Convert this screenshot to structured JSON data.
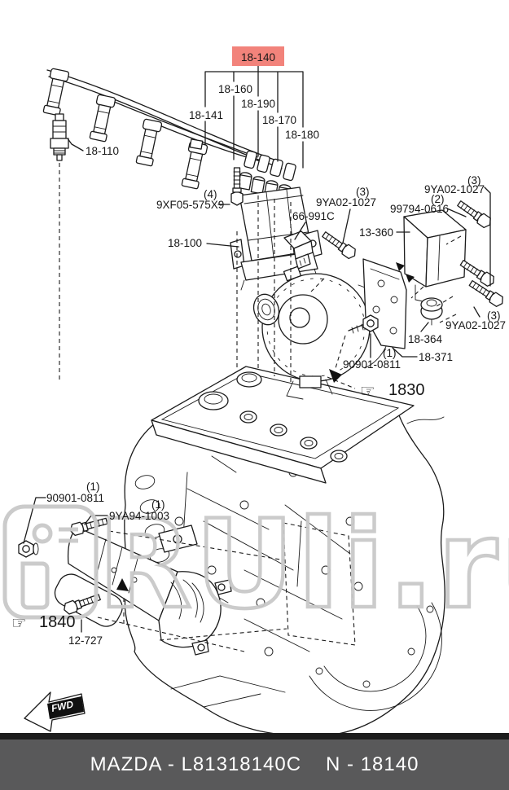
{
  "diagram": {
    "parts": {
      "p18_140": "18-140",
      "p18_160": "18-160",
      "p18_190": "18-190",
      "p18_141": "18-141",
      "p18_170": "18-170",
      "p18_180": "18-180",
      "p18_110": "18-110",
      "p9xf05_575x9": "9XF05-575X9",
      "p18_100": "18-100",
      "p66_991c": "66-991C",
      "p9ya02_1027": "9YA02-1027",
      "p99794_0616": "99794-0616",
      "p13_360": "13-360",
      "p18_364": "18-364",
      "p18_371": "18-371",
      "p90901_0811": "90901-0811",
      "p1830": "1830",
      "p9ya94_1003": "9YA94-1003",
      "p1840": "1840",
      "p12_727": "12-727"
    },
    "quantities": {
      "q1": "(1)",
      "q2": "(2)",
      "q3": "(3)",
      "q4": "(4)"
    },
    "highlight": {
      "part": "18-140",
      "color": "#f2837b"
    },
    "fwd_label": "FWD",
    "hand_icon": "☞"
  },
  "watermark": {
    "text": "RUli.ru"
  },
  "footer": {
    "catalog_code": "MAZDA - L81318140C",
    "part_number": "N - 18140",
    "bg_color": "#59595a"
  }
}
